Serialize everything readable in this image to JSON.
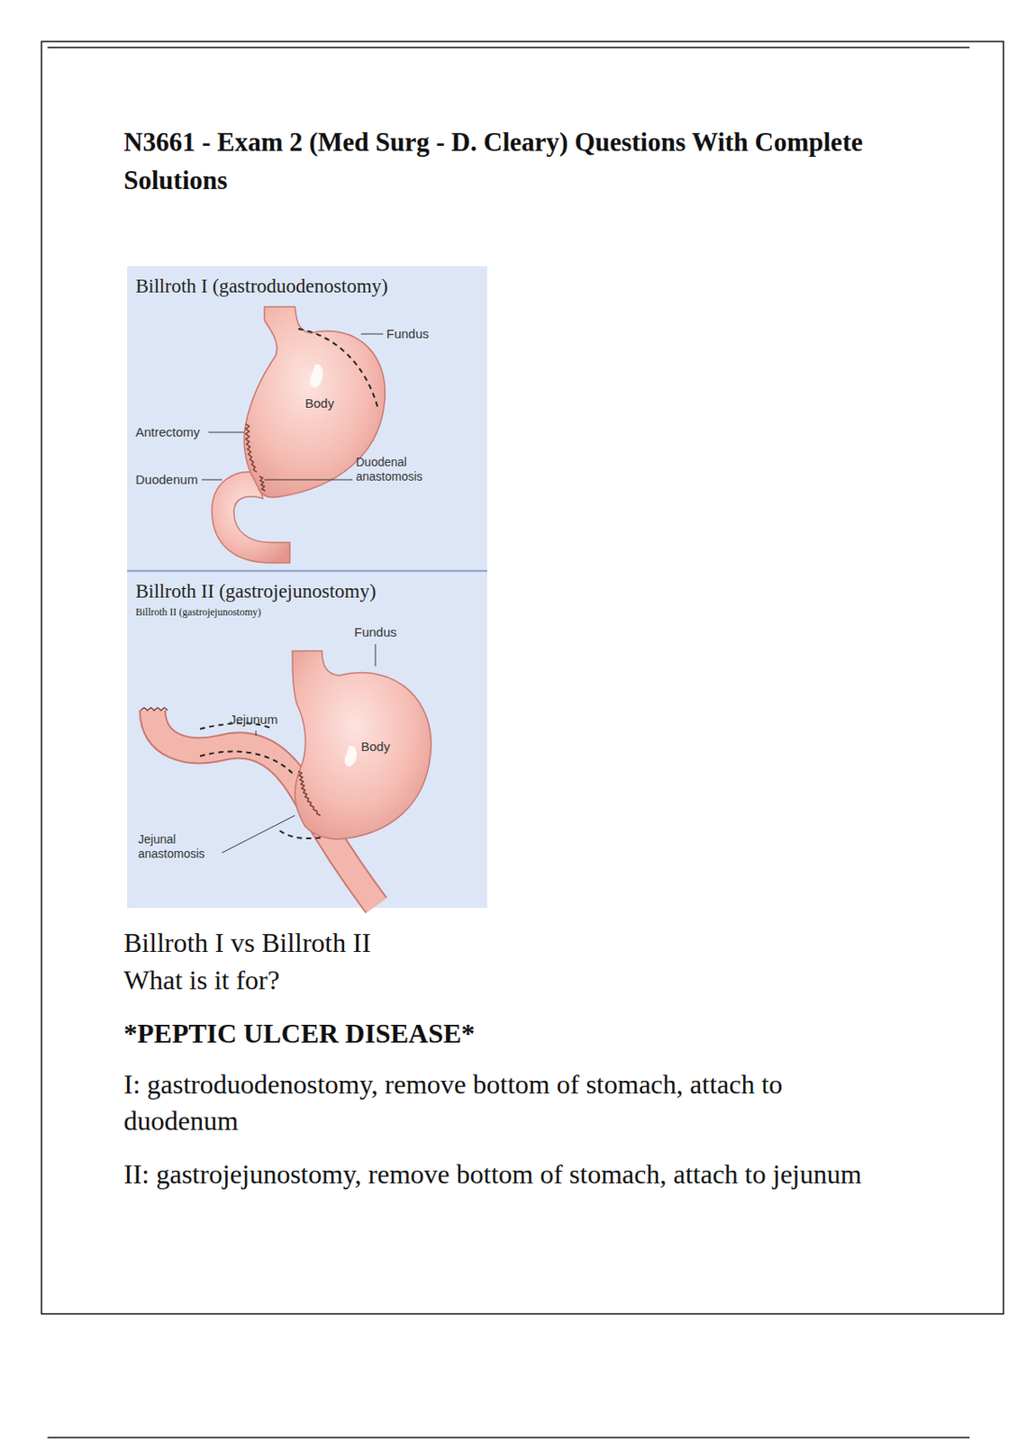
{
  "diagram": {
    "title": "N3661 - Exam 2 (Med Surg - D. Cleary) Questions With Complete Solutions",
    "nodes": [
      {
        "text": [
          "Billroth I (gastroduodenostomy)"
        ]
      },
      {
        "text": [
          "Billroth II (gastrojejunostomy)",
          "Billroth II (gastrojejunostomy)"
        ]
      }
    ],
    "labels": [
      "Fundus",
      "Body",
      "Antrectomy",
      "Duodenum",
      "Duodenal anastomosis",
      "Fundus",
      "Jejunum",
      "Body",
      "Jejunal anastomosis",
      "Billroth I vs Billroth II",
      "What is it for?",
      "*PEPTIC ULCER DISEASE*",
      "I: gastroduodenostomy, remove bottom of stomach, attach to duodenum",
      "II: gastrojejunostomy, remove bottom of stomach, attach to jejunum"
    ]
  }
}
